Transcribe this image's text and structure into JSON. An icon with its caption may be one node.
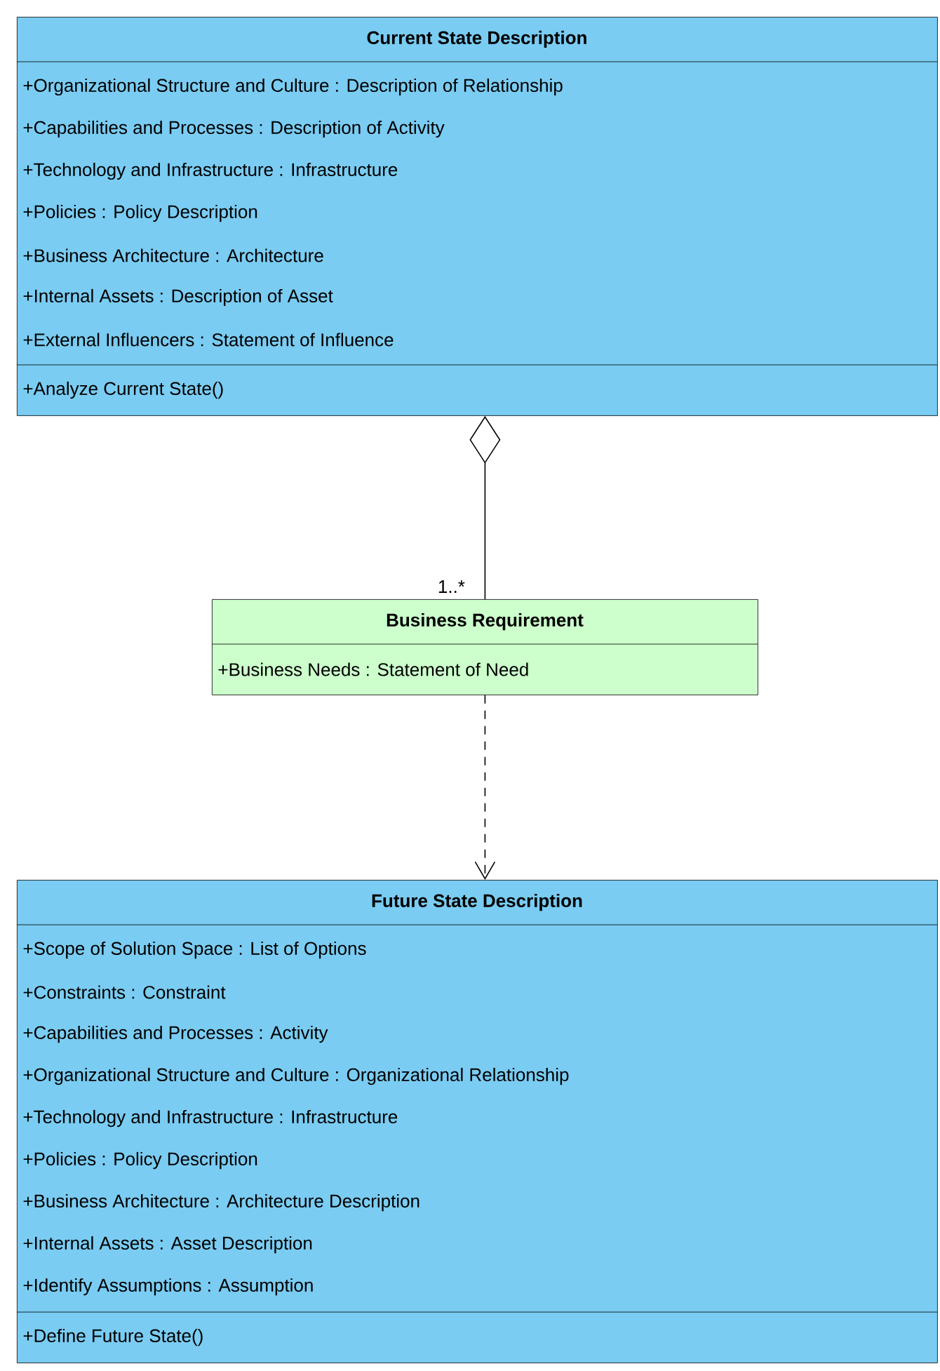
{
  "diagram": {
    "nodes": [
      {
        "text": [
          "Current State Description",
          "+Organizational Structure and Culture : Description of Relationship",
          "+Capabilities and Processes : Description of Activity",
          "+Technology and Infrastructure : Infrastructure",
          "+Policies : Policy Description",
          "+Business Architecture : Architecture",
          "+Internal Assets : Description of Asset",
          "+External Influencers : Statement of Influence",
          "+Analyze Current State()"
        ]
      },
      {
        "text": [
          "Business Requirement",
          "+Business Needs : Statement of Need"
        ]
      },
      {
        "text": [
          "Future State Description",
          "+Scope of Solution Space : List of Options",
          "+Constraints : Constraint",
          "+Capabilities and Processes : Activity",
          "+Organizational Structure and Culture : Organizational Relationship",
          "+Technology and Infrastructure : Infrastructure",
          "+Policies : Policy Description",
          "+Business Architecture : Architecture Description",
          "+Internal Assets : Asset Description",
          "+Identify Assumptions : Assumption",
          "+Define Future State()"
        ]
      }
    ],
    "edges": [
      {
        "from": 1,
        "to": 0,
        "arrow": "other",
        "label": "1..*"
      },
      {
        "from": 1,
        "to": 2,
        "arrow": "to",
        "style": "dashed"
      }
    ]
  }
}
